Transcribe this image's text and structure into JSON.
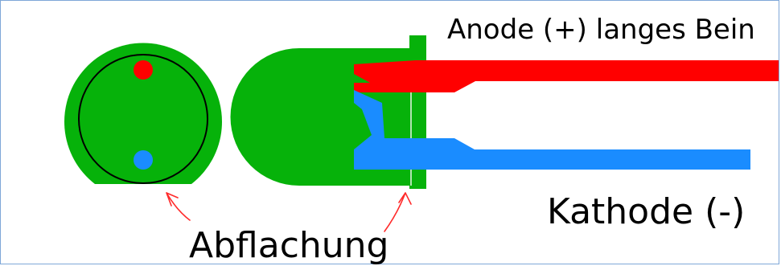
{
  "labels": {
    "anode": "Anode (+) langes Bein",
    "cathode": "Kathode (-)",
    "flat": "Abflachung"
  },
  "colors": {
    "body": "#06b20a",
    "anode_lead": "#ff0000",
    "cathode_lead": "#1a8cff",
    "pointer_arrow": "#ff2a2a",
    "frame": "#7ea7d8",
    "outline": "#000000"
  }
}
